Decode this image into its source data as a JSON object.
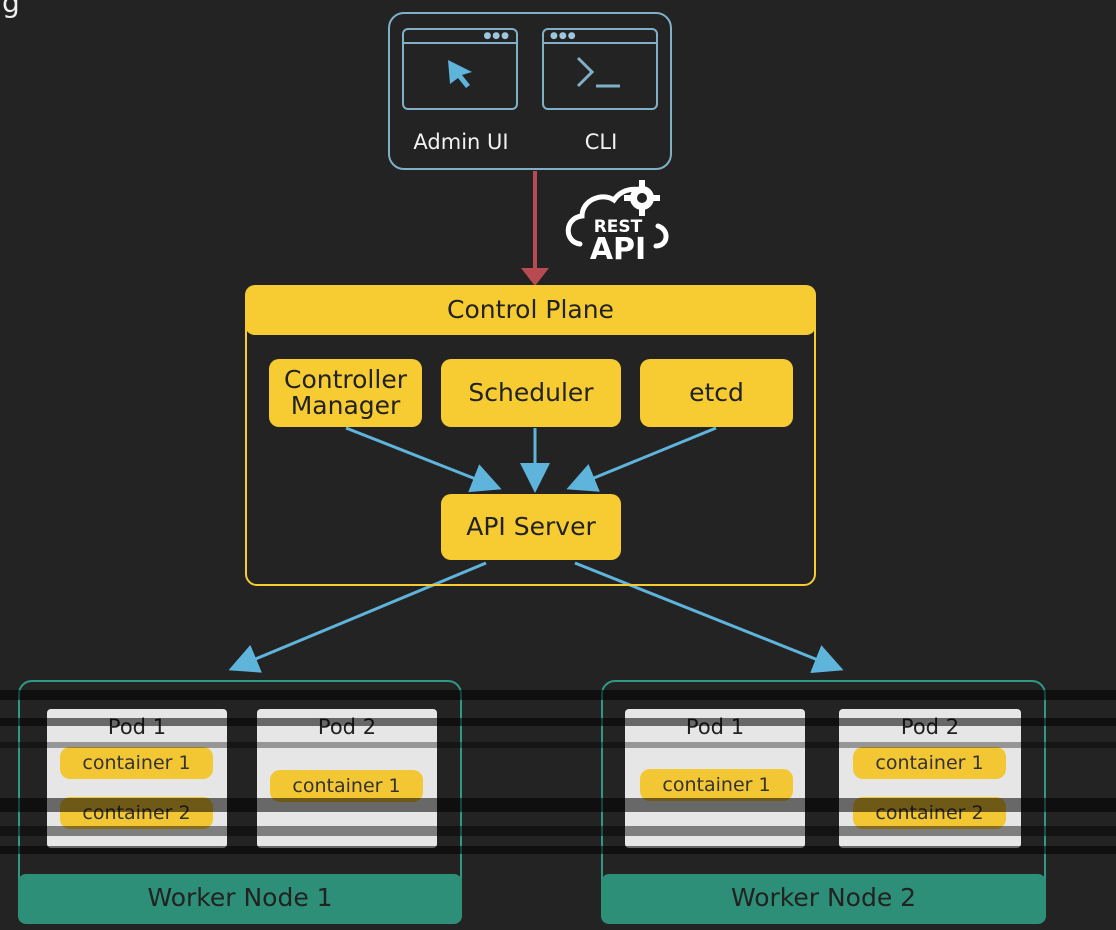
{
  "header_glyph": "g",
  "clients": {
    "admin_ui": "Admin UI",
    "cli": "CLI"
  },
  "rest_api": {
    "line1": "REST",
    "line2": "API"
  },
  "control_plane": {
    "title": "Control Plane",
    "controller_manager_line1": "Controller",
    "controller_manager_line2": "Manager",
    "scheduler": "Scheduler",
    "etcd": "etcd",
    "api_server": "API Server"
  },
  "worker_nodes": [
    {
      "label": "Worker Node 1",
      "pods": [
        {
          "title": "Pod 1",
          "containers": [
            "container 1",
            "container 2"
          ]
        },
        {
          "title": "Pod 2",
          "containers": [
            "container 1"
          ]
        }
      ]
    },
    {
      "label": "Worker Node 2",
      "pods": [
        {
          "title": "Pod 1",
          "containers": [
            "container 1"
          ]
        },
        {
          "title": "Pod 2",
          "containers": [
            "container 1",
            "container 2"
          ]
        }
      ]
    }
  ],
  "colors": {
    "background": "#232323",
    "accent_yellow": "#f7cb32",
    "outline_blue": "#7fb0c8",
    "arrow_blue": "#5fb4dc",
    "arrow_red": "#b84a52",
    "node_green": "#2d8f78"
  }
}
